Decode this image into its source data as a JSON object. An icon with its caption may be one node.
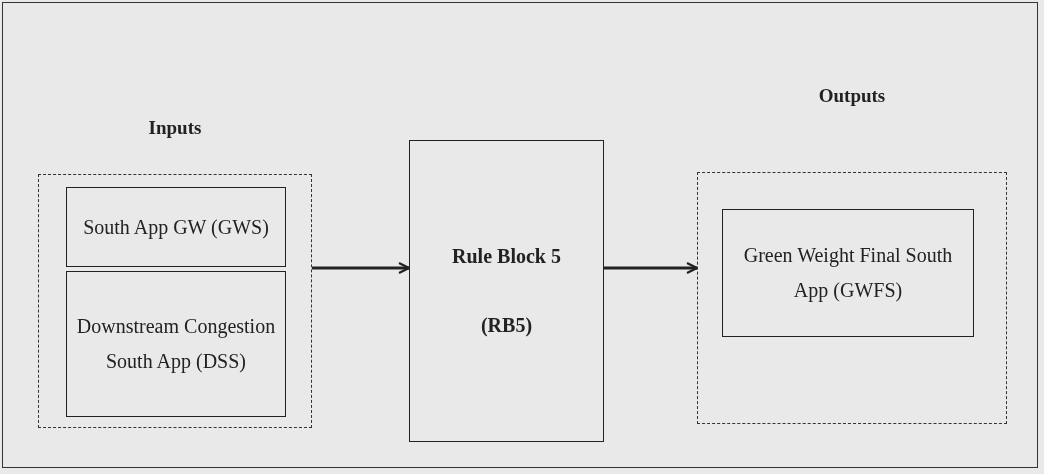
{
  "diagram": {
    "nodes": [
      {
        "text": [
          "Inputs"
        ]
      },
      {
        "text": [
          "South App GW (GWS)"
        ],
        "in": 0
      },
      {
        "text": [
          "Downstream Congestion South App (DSS)"
        ],
        "in": 0
      },
      {
        "text": [
          "Rule Block 5",
          "(RB5)"
        ]
      },
      {
        "text": [
          "Outputs"
        ]
      },
      {
        "text": [
          "Green Weight Final South App (GWFS)"
        ],
        "in": 4
      }
    ],
    "edges": [
      {
        "from": 0,
        "to": 3,
        "arrow": "to"
      },
      {
        "from": 3,
        "to": 4,
        "arrow": "to"
      }
    ]
  }
}
